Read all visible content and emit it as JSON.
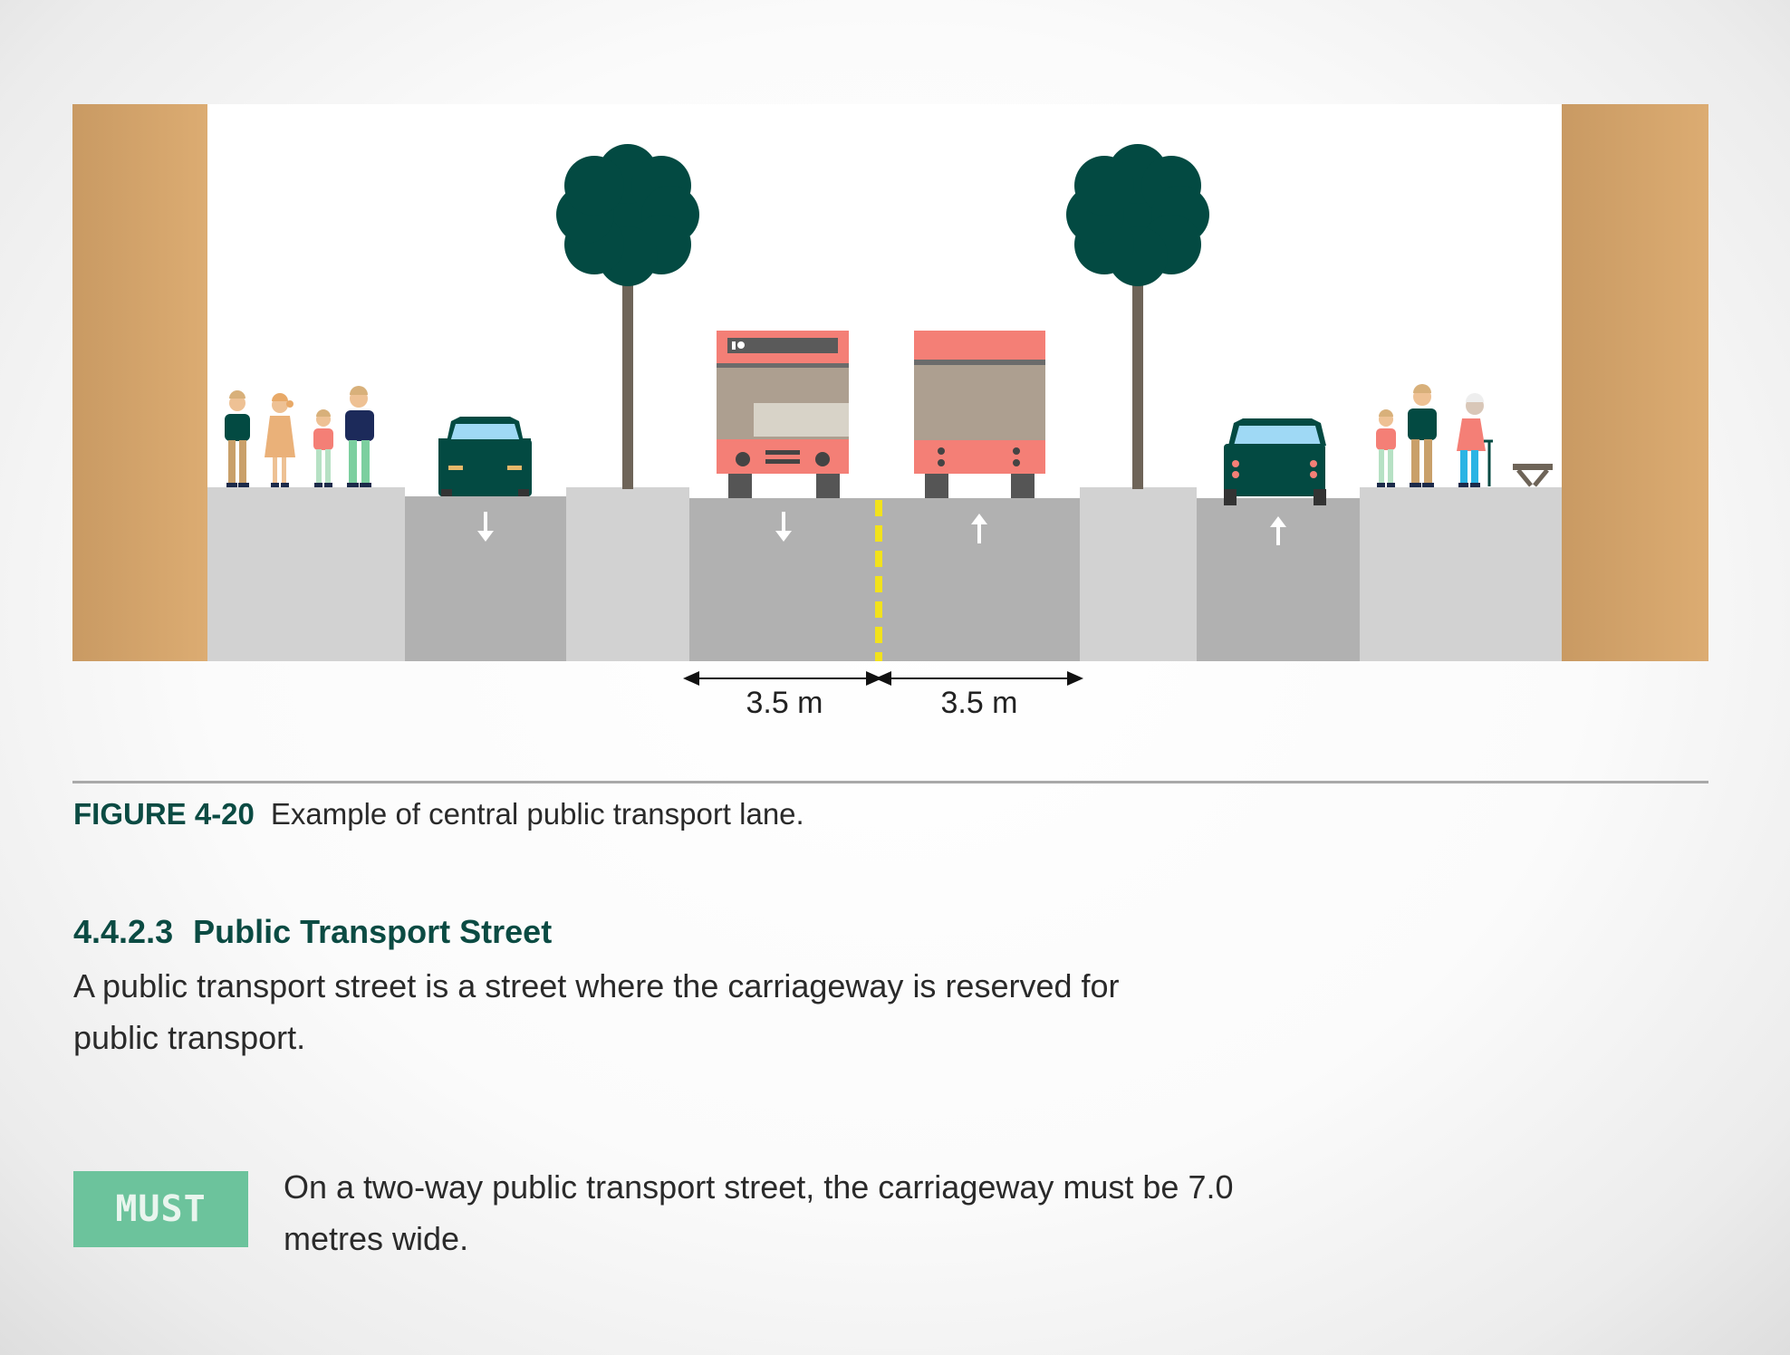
{
  "figure": {
    "number": "FIGURE 4-20",
    "caption": "Example of central public transport lane.",
    "lane_widths": [
      "3.5 m",
      "3.5 m"
    ]
  },
  "section": {
    "number": "4.4.2.3",
    "title": "Public Transport Street",
    "body": "A public transport street is a street where the carriageway is reserved for public transport."
  },
  "requirement": {
    "badge": "MUST",
    "text": "On a two-way public transport street, the carriageway must be 7.0 metres wide."
  },
  "colors": {
    "heading_green": "#0b4b43",
    "badge_green": "#6cc39c",
    "building": "#d6a36a",
    "tree": "#034a42",
    "bus": "#f47f76",
    "centre_line": "#f2e21c"
  },
  "icons": [
    "pedestrian-icon",
    "car-icon",
    "tree-icon",
    "bus-icon",
    "bench-icon",
    "arrow-down-icon",
    "arrow-up-icon"
  ]
}
